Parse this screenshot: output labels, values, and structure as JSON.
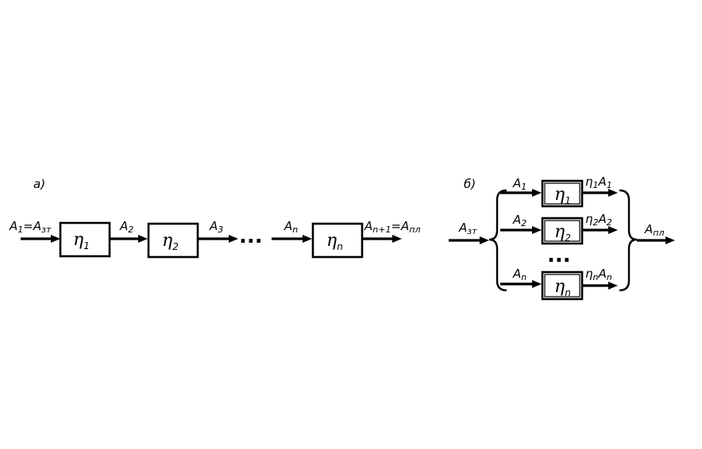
{
  "diagram_a": {
    "tag": "а)",
    "input_label": "A",
    "input_label_sub": "1",
    "input_label_eq": "=A",
    "input_label_eq_sub": "зт",
    "blocks": [
      {
        "symbol": "η",
        "sub": "1"
      },
      {
        "symbol": "η",
        "sub": "2"
      },
      {
        "symbol": "η",
        "sub": "n"
      }
    ],
    "links": [
      {
        "text": "A",
        "sub": "2"
      },
      {
        "text": "A",
        "sub": "3"
      },
      {
        "text": "A",
        "sub": "n"
      }
    ],
    "ellipsis": "...",
    "output_label": "A",
    "output_label_sub": "n+1",
    "output_label_eq": "=A",
    "output_label_eq_sub": "пл"
  },
  "diagram_b": {
    "tag": "б)",
    "input_label": "A",
    "input_label_sub": "зт",
    "branches": [
      {
        "in_text": "A",
        "in_sub": "1",
        "symbol": "η",
        "sub": "1",
        "out_eta": "η",
        "out_eta_sub": "1",
        "out_A": "A",
        "out_A_sub": "1"
      },
      {
        "in_text": "A",
        "in_sub": "2",
        "symbol": "η",
        "sub": "2",
        "out_eta": "η",
        "out_eta_sub": "2",
        "out_A": "A",
        "out_A_sub": "2"
      },
      {
        "in_text": "A",
        "in_sub": "n",
        "symbol": "η",
        "sub": "n",
        "out_eta": "η",
        "out_eta_sub": "n",
        "out_A": "A",
        "out_A_sub": "n"
      }
    ],
    "ellipsis": "...",
    "output_label": "A",
    "output_label_sub": "пл"
  }
}
